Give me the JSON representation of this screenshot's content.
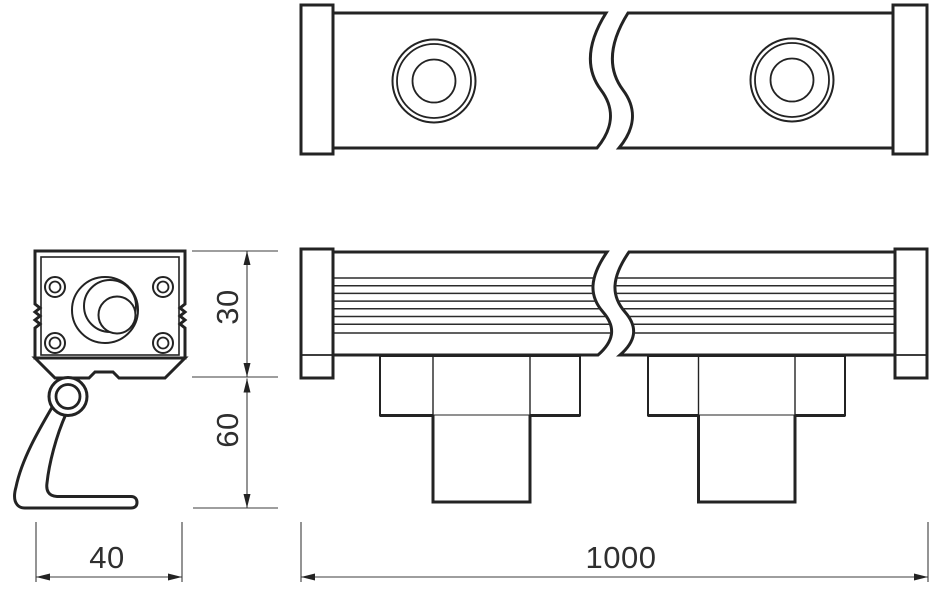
{
  "drawing": {
    "dimensions": {
      "profile_height": "30",
      "bracket_height": "60",
      "profile_width": "40",
      "fixture_length": "1000"
    },
    "colors": {
      "background": "#ffffff",
      "outline": "#232323",
      "dimension_lines": "#3c3c3c",
      "text": "#2f2f2f"
    }
  }
}
